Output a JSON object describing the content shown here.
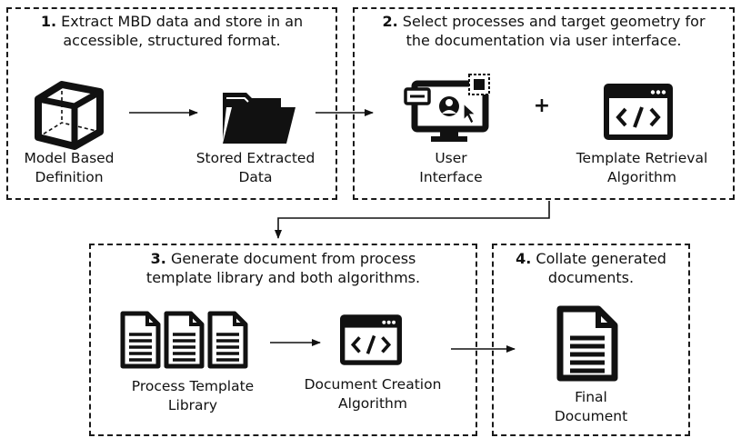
{
  "steps": [
    {
      "num": "1.",
      "line1": "Extract MBD data and store in an",
      "line2": "accessible, structured format."
    },
    {
      "num": "2.",
      "line1": "Select processes and target geometry for",
      "line2": "the documentation via user interface."
    },
    {
      "num": "3.",
      "line1": "Generate document from process",
      "line2": "template library and both algorithms."
    },
    {
      "num": "4.",
      "line1": "Collate generated",
      "line2": "documents."
    }
  ],
  "nodes": {
    "mbd": {
      "line1": "Model Based",
      "line2": "Definition",
      "icon": "cube-icon"
    },
    "stored": {
      "line1": "Stored Extracted",
      "line2": "Data",
      "icon": "folder-icon"
    },
    "ui": {
      "line1": "User",
      "line2": "Interface",
      "icon": "user-interface-icon"
    },
    "template_algo": {
      "line1": "Template Retrieval",
      "line2": "Algorithm",
      "icon": "code-window-icon"
    },
    "library": {
      "line1": "Process Template",
      "line2": "Library",
      "icon": "document-stack-icon"
    },
    "doc_algo": {
      "line1": "Document Creation",
      "line2": "Algorithm",
      "icon": "code-window-icon"
    },
    "final": {
      "line1": "Final",
      "line2": "Document",
      "icon": "document-icon"
    }
  },
  "plus": "+"
}
